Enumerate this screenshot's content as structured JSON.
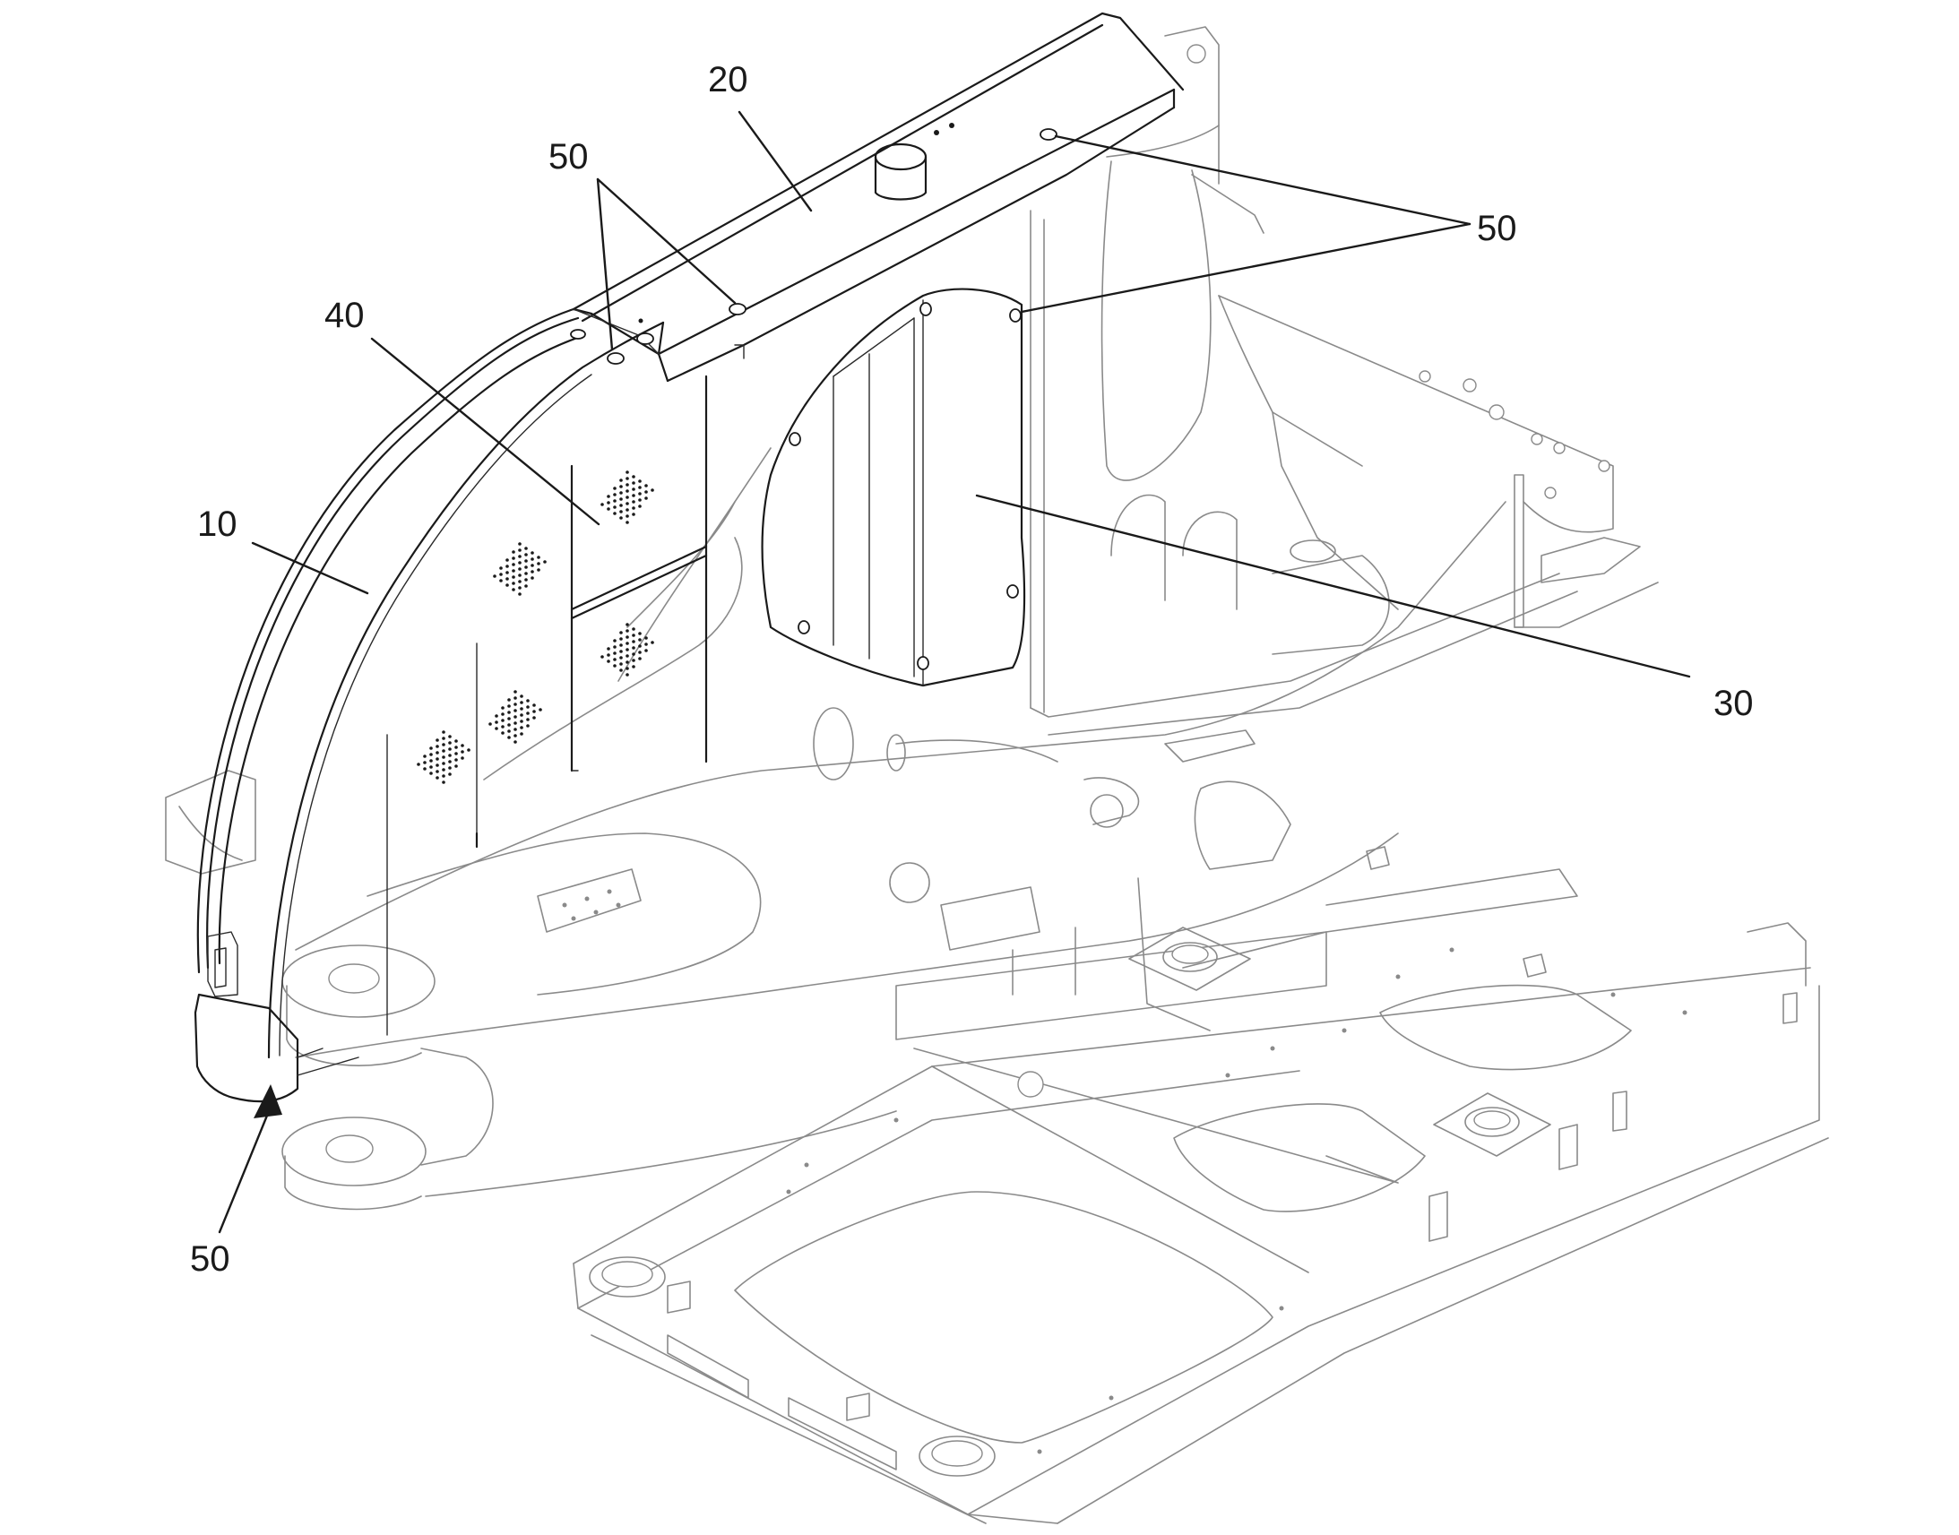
{
  "labels": {
    "ref_10": "10",
    "ref_20": "20",
    "ref_30": "30",
    "ref_40": "40",
    "ref_50_top": "50",
    "ref_50_right": "50",
    "ref_50_bottom": "50"
  },
  "colors": {
    "line": "#1a1a1a",
    "background_line": "#8a8a8a",
    "background": "#ffffff"
  }
}
